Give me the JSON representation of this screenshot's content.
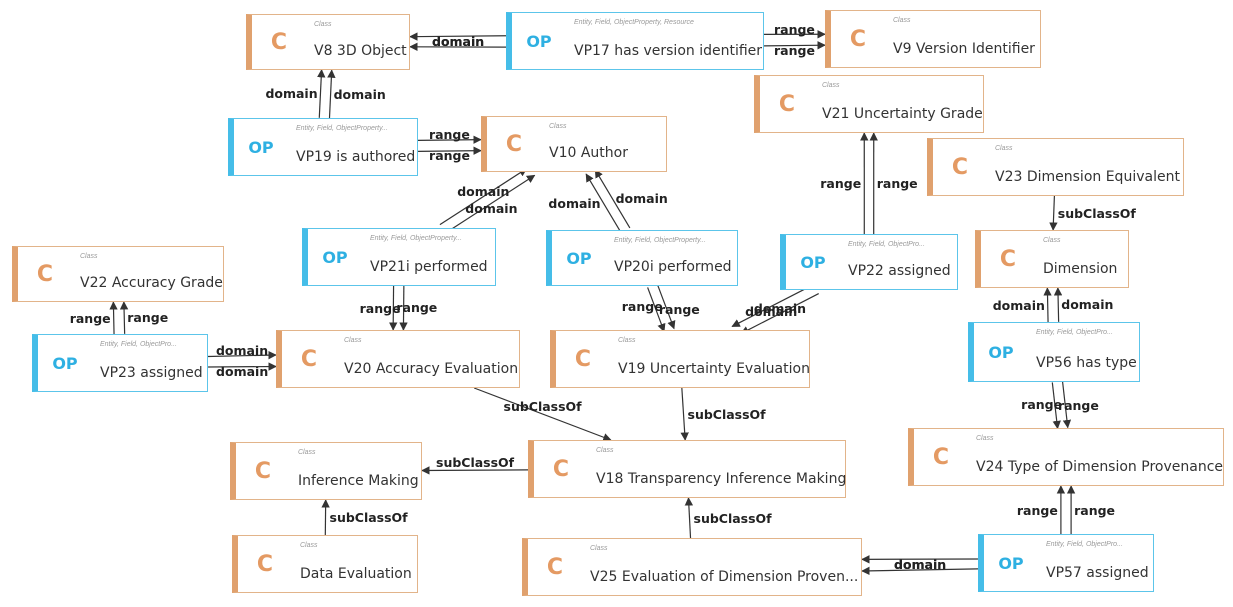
{
  "nodes": {
    "n_v8": {
      "badge": "C",
      "kind": "Class",
      "label": "V8 3D Object",
      "type": "class"
    },
    "n_vp17": {
      "badge": "OP",
      "kind": "Entity, Field, ObjectProperty, Resource",
      "label": "VP17 has version identifier",
      "type": "op"
    },
    "n_v9": {
      "badge": "C",
      "kind": "Class",
      "label": "V9 Version Identifier",
      "type": "class"
    },
    "n_vp19": {
      "badge": "OP",
      "kind": "Entity, Field, ObjectProperty...",
      "label": "VP19 is authored",
      "type": "op"
    },
    "n_v10": {
      "badge": "C",
      "kind": "Class",
      "label": "V10 Author",
      "type": "class"
    },
    "n_v21": {
      "badge": "C",
      "kind": "Class",
      "label": "V21 Uncertainty Grade",
      "type": "class"
    },
    "n_v23": {
      "badge": "C",
      "kind": "Class",
      "label": "V23 Dimension Equivalent",
      "type": "class"
    },
    "n_v22": {
      "badge": "C",
      "kind": "Class",
      "label": "V22 Accuracy Grade",
      "type": "class"
    },
    "n_vp21i": {
      "badge": "OP",
      "kind": "Entity, Field, ObjectProperty...",
      "label": "VP21i performed",
      "type": "op"
    },
    "n_vp20i": {
      "badge": "OP",
      "kind": "Entity, Field, ObjectProperty...",
      "label": "VP20i performed",
      "type": "op"
    },
    "n_vp22": {
      "badge": "OP",
      "kind": "Entity, Field, ObjectPro...",
      "label": "VP22 assigned",
      "type": "op"
    },
    "n_dim": {
      "badge": "C",
      "kind": "Class",
      "label": "Dimension",
      "type": "class"
    },
    "n_vp23": {
      "badge": "OP",
      "kind": "Entity, Field, ObjectPro...",
      "label": "VP23 assigned",
      "type": "op"
    },
    "n_v20": {
      "badge": "C",
      "kind": "Class",
      "label": "V20 Accuracy Evaluation",
      "type": "class"
    },
    "n_v19": {
      "badge": "C",
      "kind": "Class",
      "label": "V19 Uncertainty Evaluation",
      "type": "class"
    },
    "n_vp56": {
      "badge": "OP",
      "kind": "Entity, Field, ObjectPro...",
      "label": "VP56 has type",
      "type": "op"
    },
    "n_v24": {
      "badge": "C",
      "kind": "Class",
      "label": "V24 Type of Dimension Provenance",
      "type": "class"
    },
    "n_inf": {
      "badge": "C",
      "kind": "Class",
      "label": "Inference Making",
      "type": "class"
    },
    "n_v18": {
      "badge": "C",
      "kind": "Class",
      "label": "V18 Transparency Inference Making",
      "type": "class"
    },
    "n_de": {
      "badge": "C",
      "kind": "Class",
      "label": "Data Evaluation",
      "type": "class"
    },
    "n_v25": {
      "badge": "C",
      "kind": "Class",
      "label": "V25 Evaluation of Dimension Proven...",
      "type": "class"
    },
    "n_vp57": {
      "badge": "OP",
      "kind": "Entity, Field, ObjectPro...",
      "label": "VP57 assigned",
      "type": "op"
    }
  },
  "edges": [
    {
      "from": "n_vp17",
      "to": "n_v8",
      "label": "domain"
    },
    {
      "from": "n_vp17",
      "to": "n_v8",
      "label": "domain"
    },
    {
      "from": "n_vp17",
      "to": "n_v9",
      "label": "range"
    },
    {
      "from": "n_vp17",
      "to": "n_v9",
      "label": "range"
    },
    {
      "from": "n_vp19",
      "to": "n_v8",
      "label": "domain"
    },
    {
      "from": "n_vp19",
      "to": "n_v8",
      "label": "domain"
    },
    {
      "from": "n_vp19",
      "to": "n_v10",
      "label": "range"
    },
    {
      "from": "n_vp19",
      "to": "n_v10",
      "label": "range"
    },
    {
      "from": "n_vp21i",
      "to": "n_v10",
      "label": "domain"
    },
    {
      "from": "n_vp21i",
      "to": "n_v10",
      "label": "domain"
    },
    {
      "from": "n_vp20i",
      "to": "n_v10",
      "label": "domain"
    },
    {
      "from": "n_vp20i",
      "to": "n_v10",
      "label": "domain"
    },
    {
      "from": "n_vp21i",
      "to": "n_v20",
      "label": "range"
    },
    {
      "from": "n_vp21i",
      "to": "n_v20",
      "label": "range"
    },
    {
      "from": "n_vp20i",
      "to": "n_v19",
      "label": "range"
    },
    {
      "from": "n_vp20i",
      "to": "n_v19",
      "label": "range"
    },
    {
      "from": "n_vp22",
      "to": "n_v19",
      "label": "domain"
    },
    {
      "from": "n_vp22",
      "to": "n_v19",
      "label": "domain"
    },
    {
      "from": "n_vp22",
      "to": "n_v21",
      "label": "range"
    },
    {
      "from": "n_vp22",
      "to": "n_v21",
      "label": "range"
    },
    {
      "from": "n_vp23",
      "to": "n_v22",
      "label": "range"
    },
    {
      "from": "n_vp23",
      "to": "n_v22",
      "label": "range"
    },
    {
      "from": "n_vp23",
      "to": "n_v20",
      "label": "domain"
    },
    {
      "from": "n_vp23",
      "to": "n_v20",
      "label": "domain"
    },
    {
      "from": "n_v23",
      "to": "n_dim",
      "label": "subClassOf"
    },
    {
      "from": "n_vp56",
      "to": "n_dim",
      "label": "domain"
    },
    {
      "from": "n_vp56",
      "to": "n_dim",
      "label": "domain"
    },
    {
      "from": "n_vp56",
      "to": "n_v24",
      "label": "range"
    },
    {
      "from": "n_vp56",
      "to": "n_v24",
      "label": "range"
    },
    {
      "from": "n_v20",
      "to": "n_v18",
      "label": "subClassOf"
    },
    {
      "from": "n_v19",
      "to": "n_v18",
      "label": "subClassOf"
    },
    {
      "from": "n_v18",
      "to": "n_inf",
      "label": "subClassOf"
    },
    {
      "from": "n_de",
      "to": "n_inf",
      "label": "subClassOf"
    },
    {
      "from": "n_v25",
      "to": "n_v18",
      "label": "subClassOf"
    },
    {
      "from": "n_vp57",
      "to": "n_v25",
      "label": "domain"
    },
    {
      "from": "n_vp57",
      "to": "n_v25",
      "label": "domain"
    },
    {
      "from": "n_vp57",
      "to": "n_v24",
      "label": "range"
    },
    {
      "from": "n_vp57",
      "to": "n_v24",
      "label": "range"
    }
  ],
  "colors": {
    "class_accent": "#e0a16e",
    "op_accent": "#45bde8",
    "edge": "#333333"
  }
}
